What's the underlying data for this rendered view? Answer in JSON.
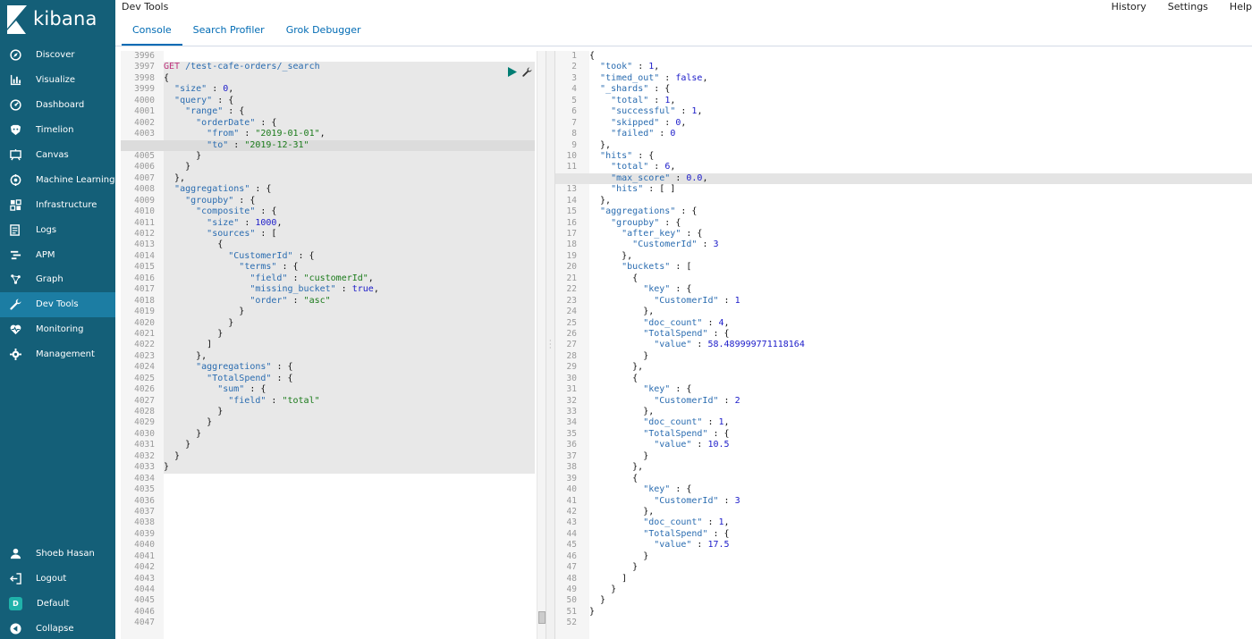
{
  "brand": {
    "name": "kibana"
  },
  "sidebar": {
    "items": [
      {
        "label": "Discover",
        "icon": "compass-icon"
      },
      {
        "label": "Visualize",
        "icon": "bar-chart-icon"
      },
      {
        "label": "Dashboard",
        "icon": "dashboard-icon"
      },
      {
        "label": "Timelion",
        "icon": "timelion-icon"
      },
      {
        "label": "Canvas",
        "icon": "canvas-icon"
      },
      {
        "label": "Machine Learning",
        "icon": "ml-icon"
      },
      {
        "label": "Infrastructure",
        "icon": "infrastructure-icon"
      },
      {
        "label": "Logs",
        "icon": "logs-icon"
      },
      {
        "label": "APM",
        "icon": "apm-icon"
      },
      {
        "label": "Graph",
        "icon": "graph-icon"
      },
      {
        "label": "Dev Tools",
        "icon": "wrench-icon",
        "active": true
      },
      {
        "label": "Monitoring",
        "icon": "heartbeat-icon"
      },
      {
        "label": "Management",
        "icon": "gear-icon"
      }
    ],
    "bottom": [
      {
        "label": "Shoeb Hasan",
        "icon": "user-icon"
      },
      {
        "label": "Logout",
        "icon": "logout-icon"
      },
      {
        "label": "Default",
        "icon": "space-avatar-icon",
        "avatar_letter": "D"
      },
      {
        "label": "Collapse",
        "icon": "collapse-icon"
      }
    ]
  },
  "header": {
    "title": "Dev Tools",
    "links": [
      "History",
      "Settings",
      "Help"
    ],
    "tabs": [
      "Console",
      "Search Profiler",
      "Grok Debugger"
    ],
    "active_tab": "Console"
  },
  "request_pane": {
    "first_visible_line": 3996,
    "request_start_line": 3997,
    "request_end_line": 4033,
    "cursor_line": 4004,
    "last_line": 4047,
    "request_method": "GET",
    "request_path": "/test-cafe-orders/_search",
    "lines": [
      "",
      "",
      "{",
      "  \"size\" : 0,",
      "  \"query\" : {",
      "    \"range\" : {",
      "      \"orderDate\" : {",
      "        \"from\" : \"2019-01-01\",",
      "        \"to\" : \"2019-12-31\"",
      "      }",
      "    }",
      "  },",
      "  \"aggregations\" : {",
      "    \"groupby\" : {",
      "      \"composite\" : {",
      "        \"size\" : 1000,",
      "        \"sources\" : [",
      "          {",
      "            \"CustomerId\" : {",
      "              \"terms\" : {",
      "                \"field\" : \"customerId\",",
      "                \"missing_bucket\" : true,",
      "                \"order\" : \"asc\"",
      "              }",
      "            }",
      "          }",
      "        ]",
      "      },",
      "      \"aggregations\" : {",
      "        \"TotalSpend\" : {",
      "          \"sum\" : {",
      "            \"field\" : \"total\"",
      "          }",
      "        }",
      "      }",
      "    }",
      "  }",
      "}",
      "",
      "",
      "",
      "",
      "",
      "",
      "",
      "",
      "",
      "",
      "",
      "",
      "",
      ""
    ]
  },
  "response_pane": {
    "cursor_line": 12,
    "lines": [
      "{",
      "  \"took\" : 1,",
      "  \"timed_out\" : false,",
      "  \"_shards\" : {",
      "    \"total\" : 1,",
      "    \"successful\" : 1,",
      "    \"skipped\" : 0,",
      "    \"failed\" : 0",
      "  },",
      "  \"hits\" : {",
      "    \"total\" : 6,",
      "    \"max_score\" : 0.0,",
      "    \"hits\" : [ ]",
      "  },",
      "  \"aggregations\" : {",
      "    \"groupby\" : {",
      "      \"after_key\" : {",
      "        \"CustomerId\" : 3",
      "      },",
      "      \"buckets\" : [",
      "        {",
      "          \"key\" : {",
      "            \"CustomerId\" : 1",
      "          },",
      "          \"doc_count\" : 4,",
      "          \"TotalSpend\" : {",
      "            \"value\" : 58.489999771118164",
      "          }",
      "        },",
      "        {",
      "          \"key\" : {",
      "            \"CustomerId\" : 2",
      "          },",
      "          \"doc_count\" : 1,",
      "          \"TotalSpend\" : {",
      "            \"value\" : 10.5",
      "          }",
      "        },",
      "        {",
      "          \"key\" : {",
      "            \"CustomerId\" : 3",
      "          },",
      "          \"doc_count\" : 1,",
      "          \"TotalSpend\" : {",
      "            \"value\" : 17.5",
      "          }",
      "        }",
      "      ]",
      "    }",
      "  }",
      "}",
      ""
    ]
  },
  "colors": {
    "sidebar": "#145f78",
    "sidebar_active": "#1c7da3",
    "link": "#006bb4",
    "string": "#1a7a1a",
    "number": "#1b1bc9",
    "key": "#2a6cb0",
    "method": "#c0337d"
  }
}
